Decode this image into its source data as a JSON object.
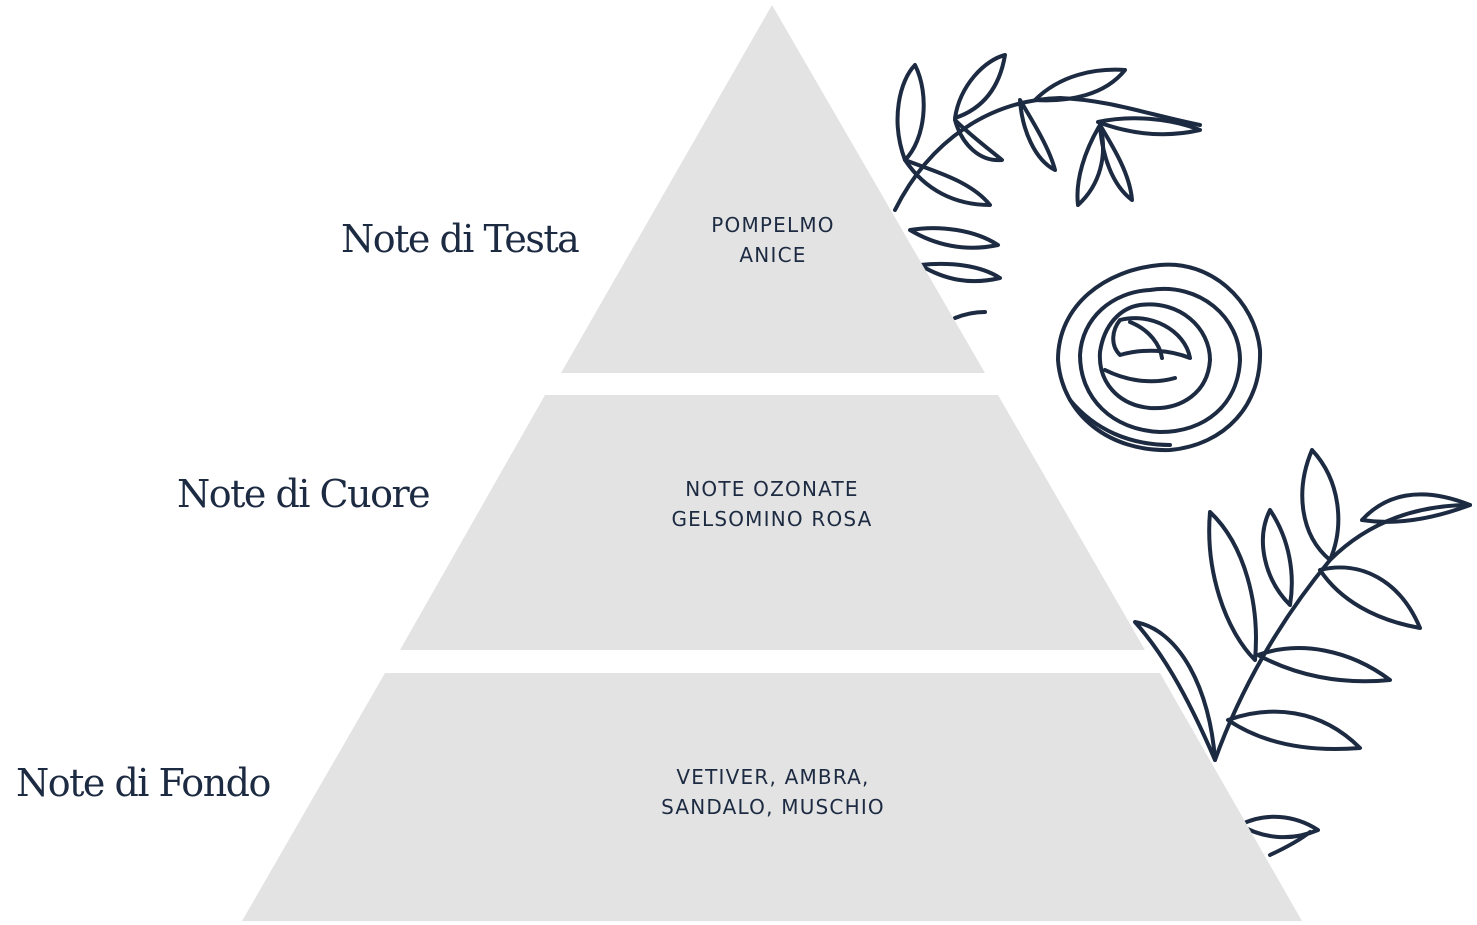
{
  "tiers": [
    {
      "label": "Note di Testa",
      "notes": [
        "POMPELMO",
        "ANICE"
      ]
    },
    {
      "label": "Note di Cuore",
      "notes": [
        "NOTE OZONATE",
        "GELSOMINO ROSA"
      ]
    },
    {
      "label": "Note di Fondo",
      "notes": [
        "VETIVER, AMBRA,",
        "SANDALO, MUSCHIO"
      ]
    }
  ],
  "colors": {
    "tier_fill": "#e3e3e3",
    "ink": "#1d2b42",
    "background": "#ffffff"
  },
  "decoration": {
    "icons": [
      "leafy-branch-icon",
      "rose-icon",
      "leaf-sprig-icon"
    ]
  }
}
